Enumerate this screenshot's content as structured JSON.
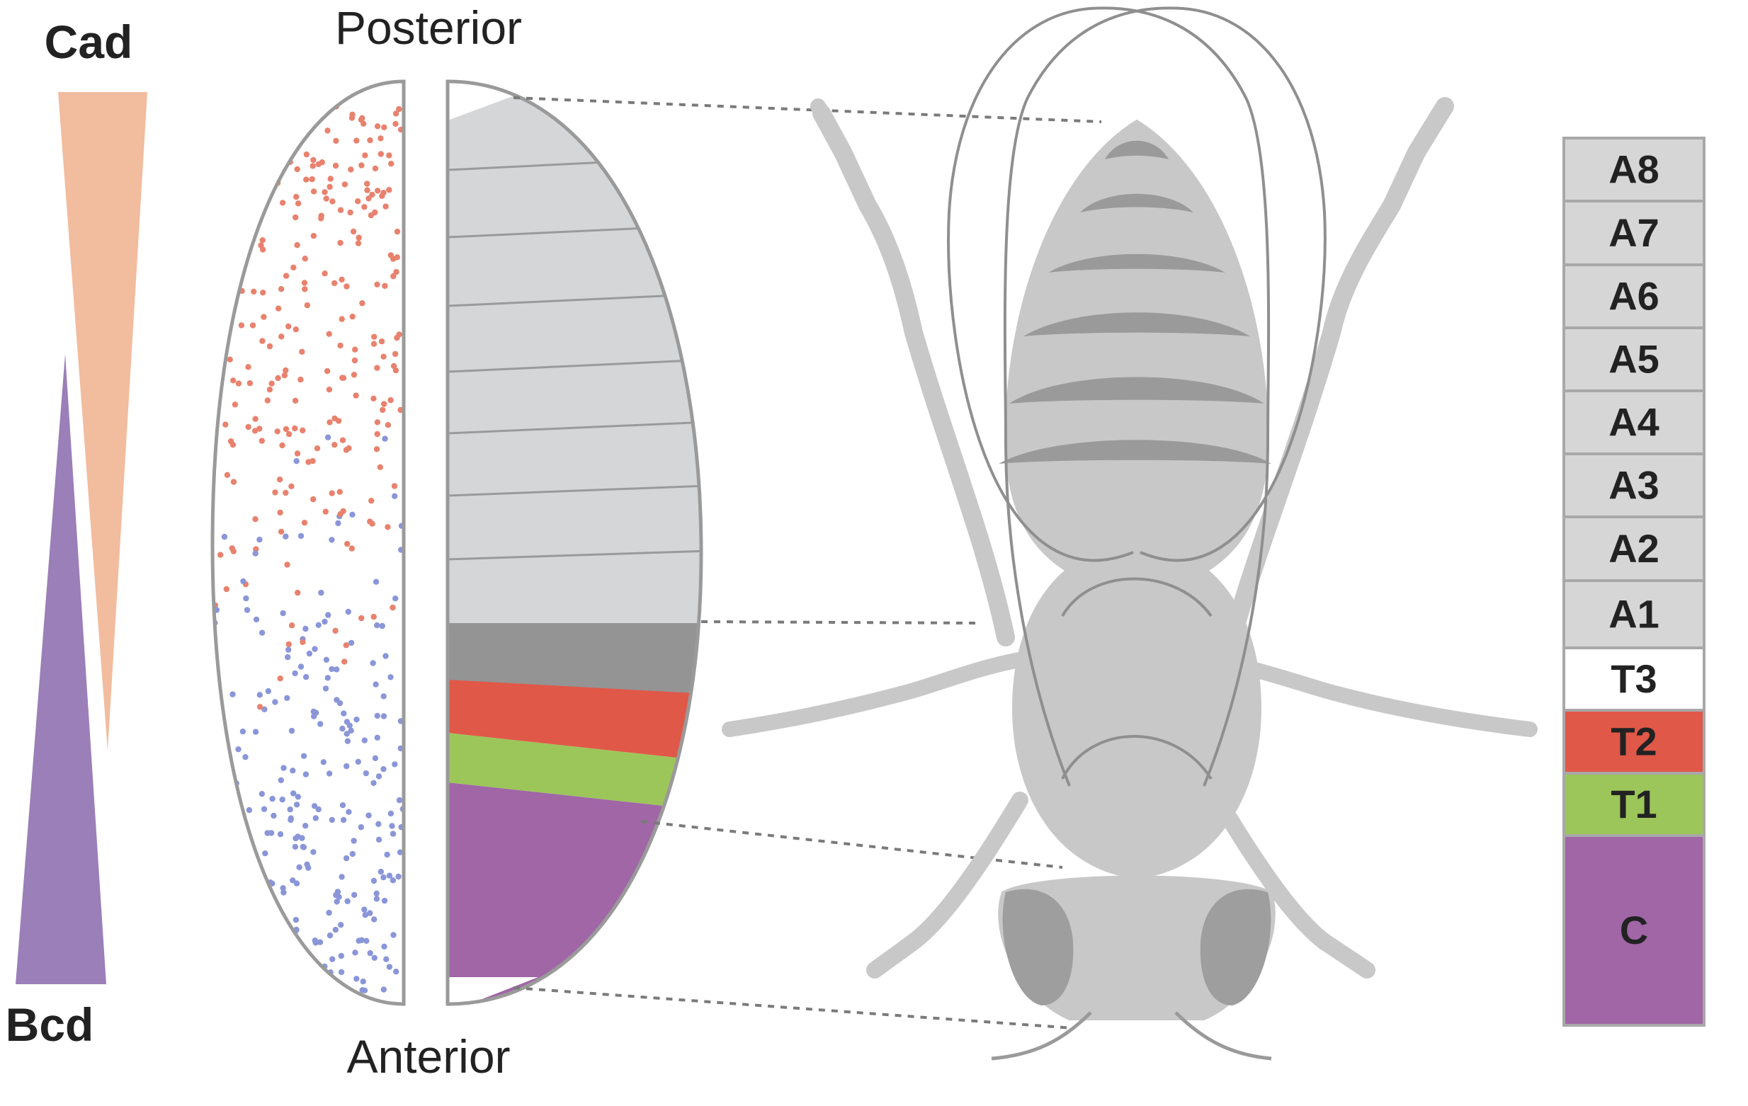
{
  "labels": {
    "cad": "Cad",
    "bcd": "Bcd",
    "posterior": "Posterior",
    "anterior": "Anterior"
  },
  "colors": {
    "cad": "#f2bc9e",
    "bcd": "#9b7fb8",
    "cad_dots": "#e8826e",
    "bcd_dots": "#8a96d8",
    "abdomen_segment": "#d4d6d8",
    "t3_band": "#949494",
    "t2_red": "#e05848",
    "t1_green": "#9cc65a",
    "head_purple": "#a066a6",
    "fly_body": "#c8c8c8",
    "fly_dark": "#9a9a9a"
  },
  "segments": [
    {
      "label": "A8",
      "fill": "#d6d6d6",
      "text": "#222222"
    },
    {
      "label": "A7",
      "fill": "#d6d6d6",
      "text": "#222222"
    },
    {
      "label": "A6",
      "fill": "#d6d6d6",
      "text": "#222222"
    },
    {
      "label": "A5",
      "fill": "#d6d6d6",
      "text": "#222222"
    },
    {
      "label": "A4",
      "fill": "#d6d6d6",
      "text": "#222222"
    },
    {
      "label": "A3",
      "fill": "#d6d6d6",
      "text": "#222222"
    },
    {
      "label": "A2",
      "fill": "#d6d6d6",
      "text": "#222222"
    },
    {
      "label": "A1",
      "fill": "#d6d6d6",
      "text": "#222222"
    },
    {
      "label": "T3",
      "fill": "#ffffff",
      "text": "#222222"
    },
    {
      "label": "T2",
      "fill": "#e05848",
      "text": "#222222"
    },
    {
      "label": "T1",
      "fill": "#9cc65a",
      "text": "#222222"
    },
    {
      "label": "C",
      "fill": "#a066a6",
      "text": "#222222"
    }
  ]
}
